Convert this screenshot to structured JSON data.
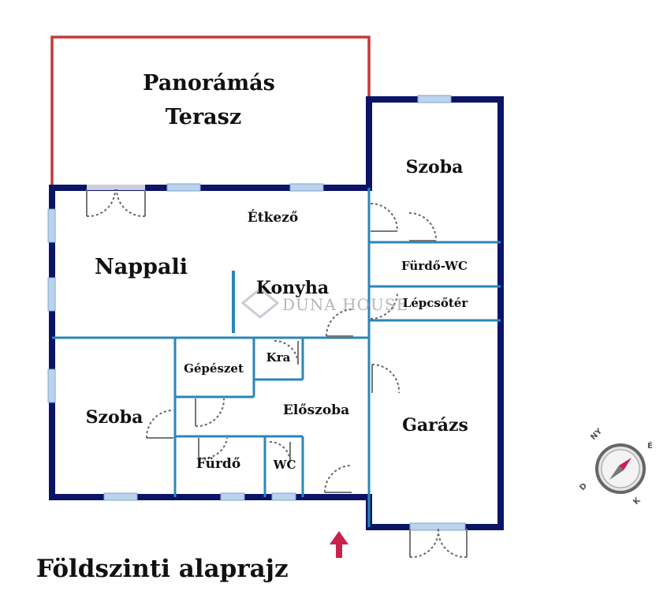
{
  "title": "Földszinti alaprajz",
  "watermark": "DUNA HOUSE",
  "rooms": {
    "terrace": [
      "Panorámás",
      "Terasz"
    ],
    "bedroom_top_right": "Szoba",
    "dining": "Étkező",
    "living": "Nappali",
    "kitchen": "Konyha",
    "bathroom_wc_upper": "Fürdő-WC",
    "stairwell": "Lépcsőtér",
    "utility": "Gépészet",
    "pantry": "Kra",
    "hallway": "Előszoba",
    "bedroom_left": "Szoba",
    "garage": "Garázs",
    "bathroom_lower": "Fürdő",
    "wc": "WC"
  },
  "compass": {
    "labels": [
      "NY",
      "É",
      "K",
      "D"
    ]
  },
  "colors": {
    "outer_wall": "#0b1467",
    "terrace_outline": "#c33a3a",
    "inner_wall": "#2b86b8",
    "window": "#bcd3ec",
    "entrance_arrow": "#c8224a"
  }
}
